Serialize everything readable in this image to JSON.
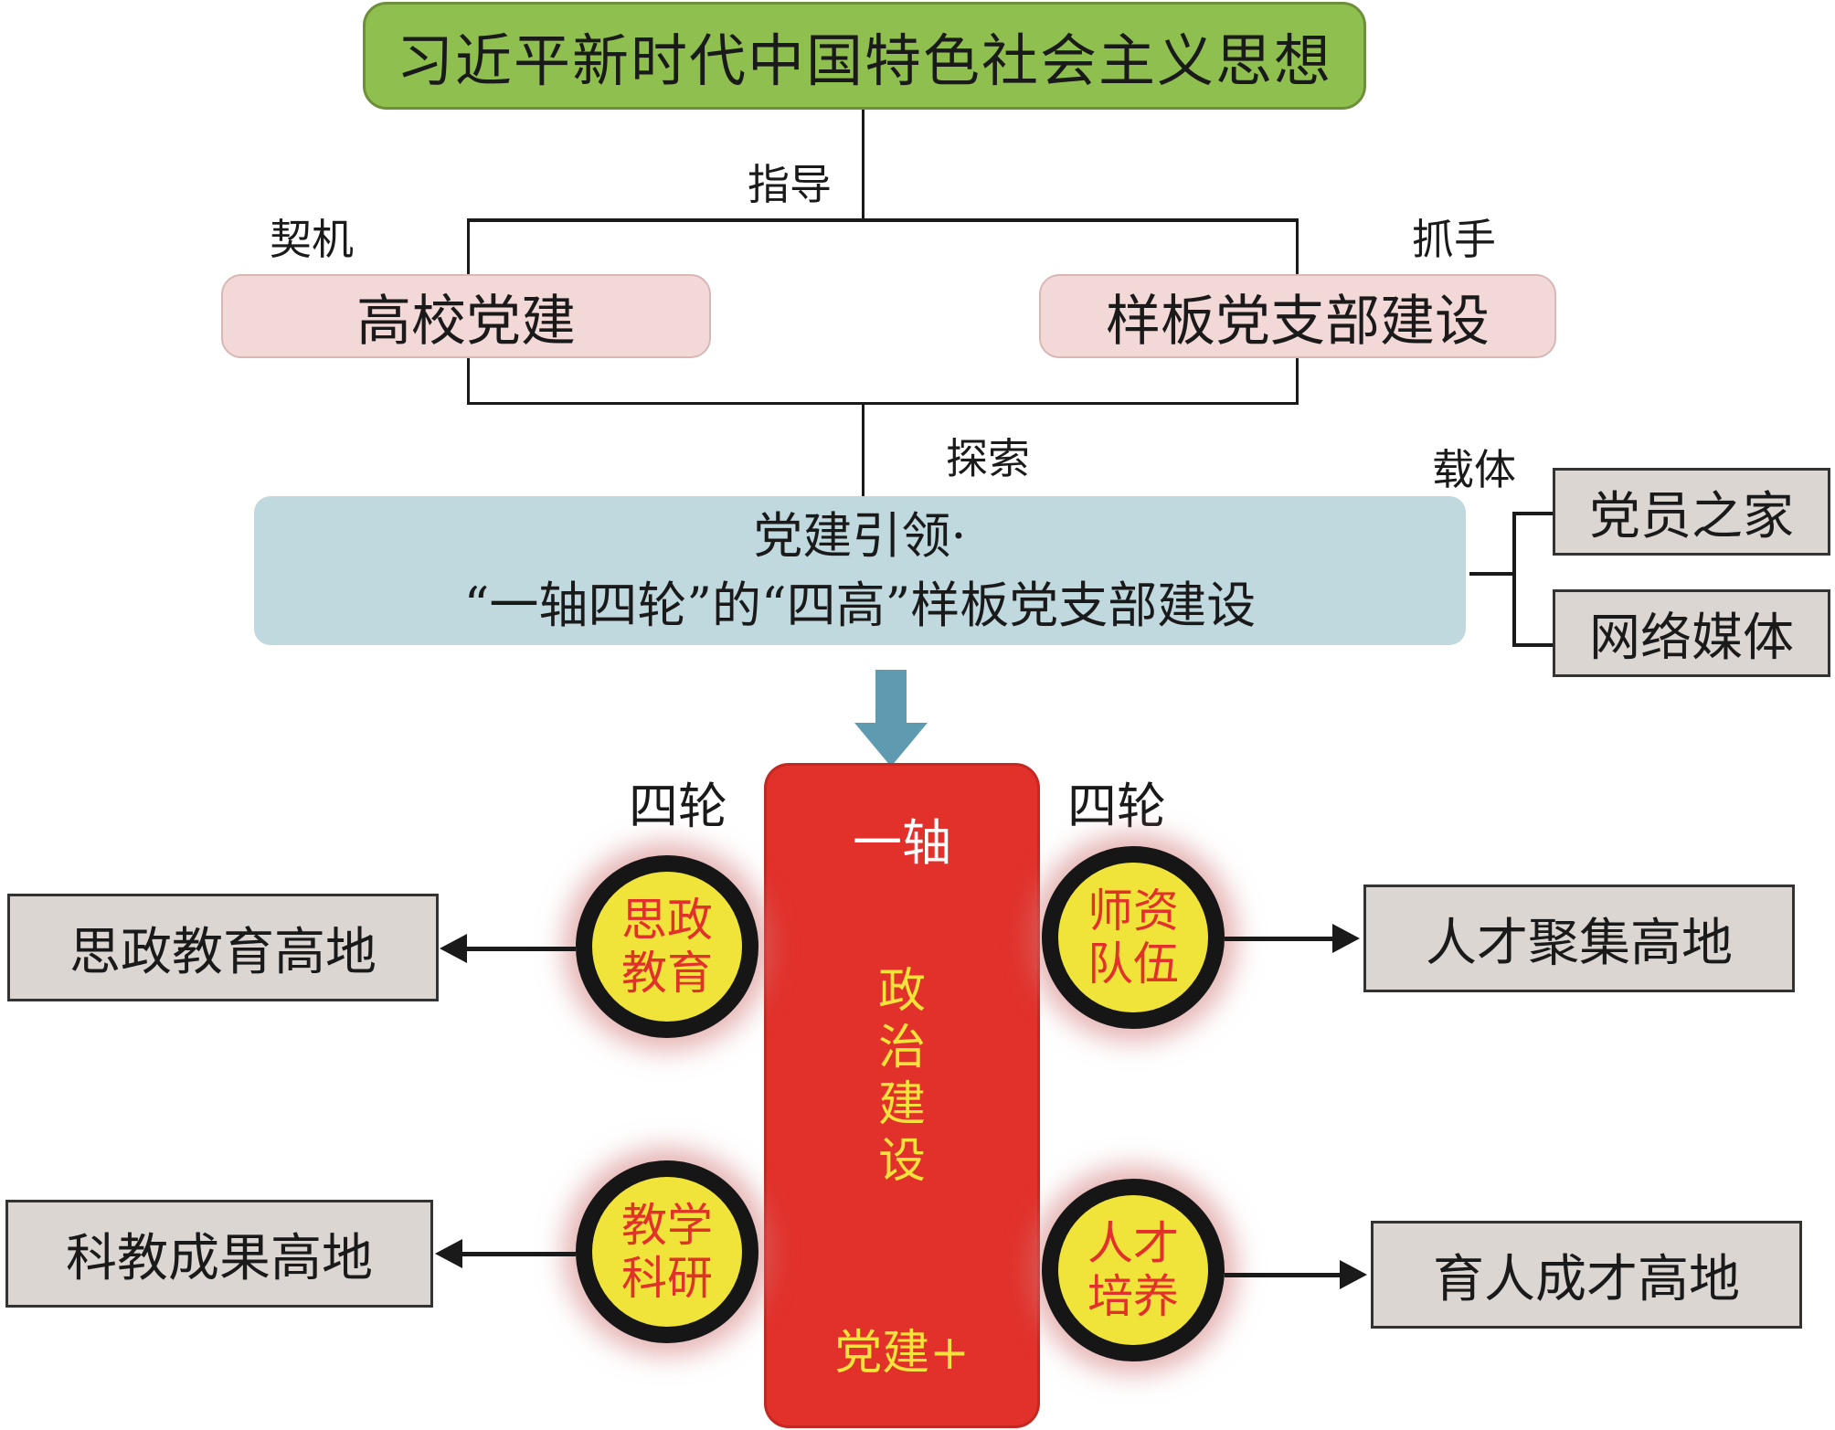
{
  "title": "习近平新时代中国特色社会主义思想",
  "connectors": {
    "guide": "指导",
    "opportunity": "契机",
    "handle": "抓手",
    "explore": "探索",
    "carrier": "载体"
  },
  "level2": {
    "left": "高校党建",
    "right": "样板党支部建设"
  },
  "core": {
    "line1": "党建引领·",
    "line2": "“一轴四轮”的“四高”样板党支部建设"
  },
  "carriers": [
    "党员之家",
    "网络媒体"
  ],
  "axis": {
    "top": "一轴",
    "middle": [
      "政",
      "治",
      "建",
      "设"
    ],
    "bottom": "党建+"
  },
  "wheel_labels": {
    "left": "四轮",
    "right": "四轮"
  },
  "wheels": [
    {
      "line1": "思政",
      "line2": "教育",
      "outcome": "思政教育高地"
    },
    {
      "line1": "师资",
      "line2": "队伍",
      "outcome": "人才聚集高地"
    },
    {
      "line1": "教学",
      "line2": "科研",
      "outcome": "科教成果高地"
    },
    {
      "line1": "人才",
      "line2": "培养",
      "outcome": "育人成才高地"
    }
  ],
  "colors": {
    "title_bg": "#8fbf4f",
    "level2_bg": "#f2d8d6",
    "core_bg": "#bfd9df",
    "outcome_bg": "#dcd6d3",
    "axis_bg": "#e2312b",
    "wheel_fill": "#f0e43a",
    "arrow": "#5f9bb0"
  }
}
